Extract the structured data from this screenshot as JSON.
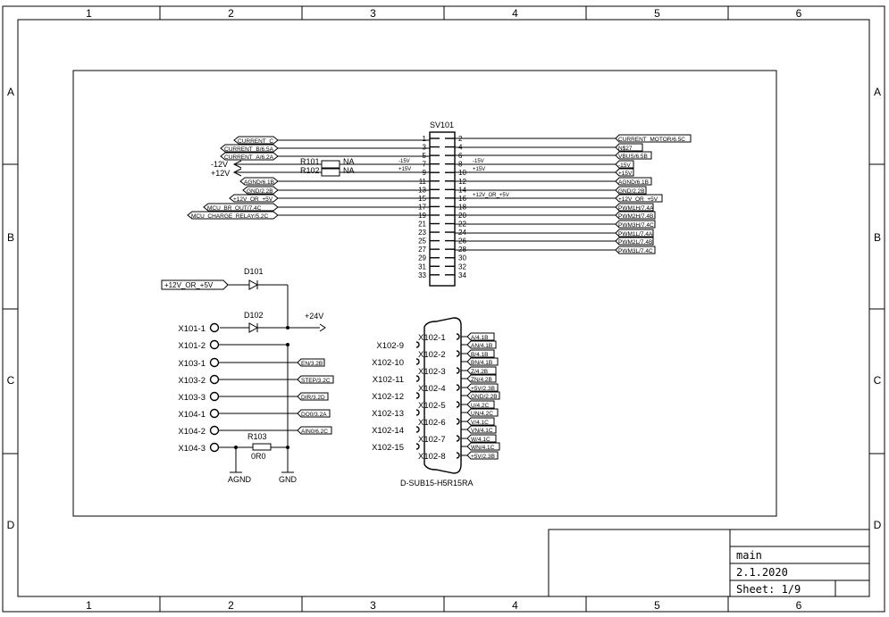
{
  "frame": {
    "columns": [
      "1",
      "2",
      "3",
      "4",
      "5",
      "6"
    ],
    "rows": [
      "A",
      "B",
      "C",
      "D"
    ]
  },
  "connector_sv101": {
    "ref": "SV101",
    "left_pins": [
      "1",
      "3",
      "5",
      "7",
      "9",
      "11",
      "13",
      "15",
      "17",
      "19",
      "21",
      "23",
      "25",
      "27",
      "29",
      "31",
      "33"
    ],
    "right_pins": [
      "2",
      "4",
      "6",
      "8",
      "10",
      "12",
      "14",
      "16",
      "18",
      "20",
      "22",
      "24",
      "26",
      "28",
      "30",
      "32",
      "34"
    ],
    "left_labels": [
      "CURRENT_C",
      "CURRENT_B/6.5A",
      "CURRENT_A/6.2A",
      "-12V",
      "+12V",
      "AGND/6.1B",
      "GND/2.2B",
      "+12V_OR_+5V",
      "MCU_BR_OUT/7.4C",
      "MCU_CHARGE_RELAY/5.2C"
    ],
    "right_labels": [
      "CURRENT_MOTOR/6.5C",
      "N$27",
      "VBUS/6.5B",
      "-15V",
      "+15V",
      "AGND/6.1B",
      "GND/2.2B",
      "+12V_OR_+5V",
      "PWM1H/7.4A",
      "PWM2H/7.4B",
      "PWM3H/7.4C",
      "PWM1L/7.4A",
      "PWM2L/7.4B",
      "PWM3L/7.4C"
    ],
    "inner_left": [
      "-15V",
      "+15V"
    ],
    "inner_right": [
      "-15V",
      "+15V",
      "+12V_OR_+5V"
    ]
  },
  "resistors": {
    "r101": {
      "ref": "R101",
      "value": "NA"
    },
    "r102": {
      "ref": "R102",
      "value": "NA"
    },
    "r103": {
      "ref": "R103",
      "value": "0R0"
    }
  },
  "diodes": {
    "d101": "D101",
    "d102": "D102",
    "input_label": "+12V_OR_+5V",
    "output_label": "+24V"
  },
  "terminals": [
    "X101-1",
    "X101-2",
    "X103-1",
    "X103-2",
    "X103-3",
    "X104-1",
    "X104-2",
    "X104-3"
  ],
  "terminal_labels": [
    "EN/3.2B",
    "STEP/3.2C",
    "DIR/3.2D",
    "DO0/3.2A",
    "AIN0/6.2C"
  ],
  "grounds": {
    "agnd": "AGND",
    "gnd": "GND"
  },
  "dsub": {
    "part": "D-SUB15-H5R15RA",
    "left_pins": [
      "X102-9",
      "X102-10",
      "X102-11",
      "X102-12",
      "X102-13",
      "X102-14",
      "X102-15"
    ],
    "inner_pins": [
      "X102-1",
      "X102-2",
      "X102-3",
      "X102-4",
      "X102-5",
      "X102-6",
      "X102-7",
      "X102-8"
    ],
    "labels": [
      "A/4.1B",
      "AN/4.1B",
      "B/4.1B",
      "BN/4.1B",
      "Z/4.2B",
      "ZN/4.2B",
      "+5V/2.3B",
      "GND/2.2B",
      "U/4.2C",
      "UN/4.2C",
      "V/4.1C",
      "VN/4.1C",
      "W/4.1C",
      "WN/4.1C",
      "+5V/2.3B"
    ]
  },
  "title_block": {
    "name": "main",
    "date": "2.1.2020",
    "sheet": "Sheet: 1/9"
  }
}
